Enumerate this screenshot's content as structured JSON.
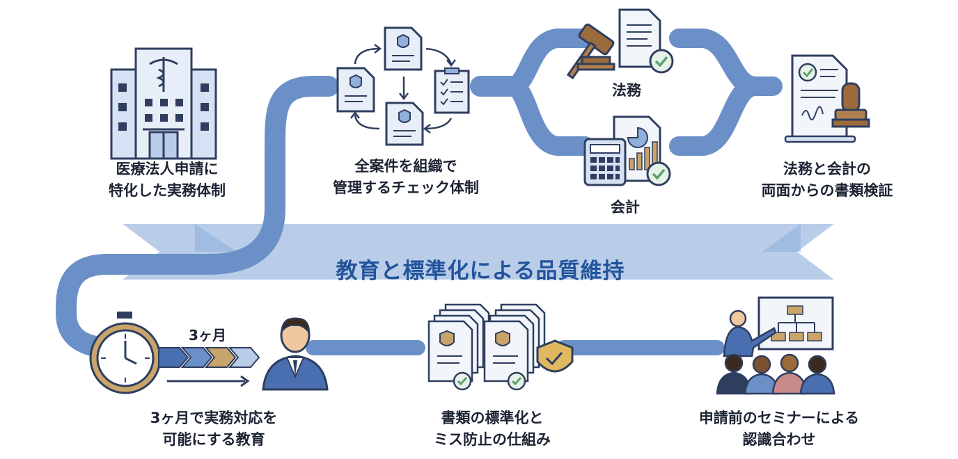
{
  "nodes": {
    "medical": [
      "医療法人申請に",
      "特化した実務体制"
    ],
    "check": [
      "全案件を組織で",
      "管理するチェック体制"
    ],
    "legal": "法務",
    "accounting": "会計",
    "verify": [
      "法務と会計の",
      "両面からの書類検証"
    ],
    "training": [
      "3ヶ月で実務対応を",
      "可能にする教育"
    ],
    "standard": [
      "書類の標準化と",
      "ミス防止の仕組み"
    ],
    "seminar": [
      "申請前のセミナーによる",
      "認識合わせ"
    ]
  },
  "banner": "教育と標準化による品質維持",
  "timeline_label": "3ヶ月",
  "colors": {
    "flow": "#5f86c2",
    "banner": "#aac3e6",
    "banner_dark": "#7e9fd0",
    "title": "#23539b",
    "icon_dark": "#2f3e5f",
    "icon_fill": "#d6e2f3",
    "accent_gold": "#c9a46b",
    "check_green": "#5aa06a"
  }
}
